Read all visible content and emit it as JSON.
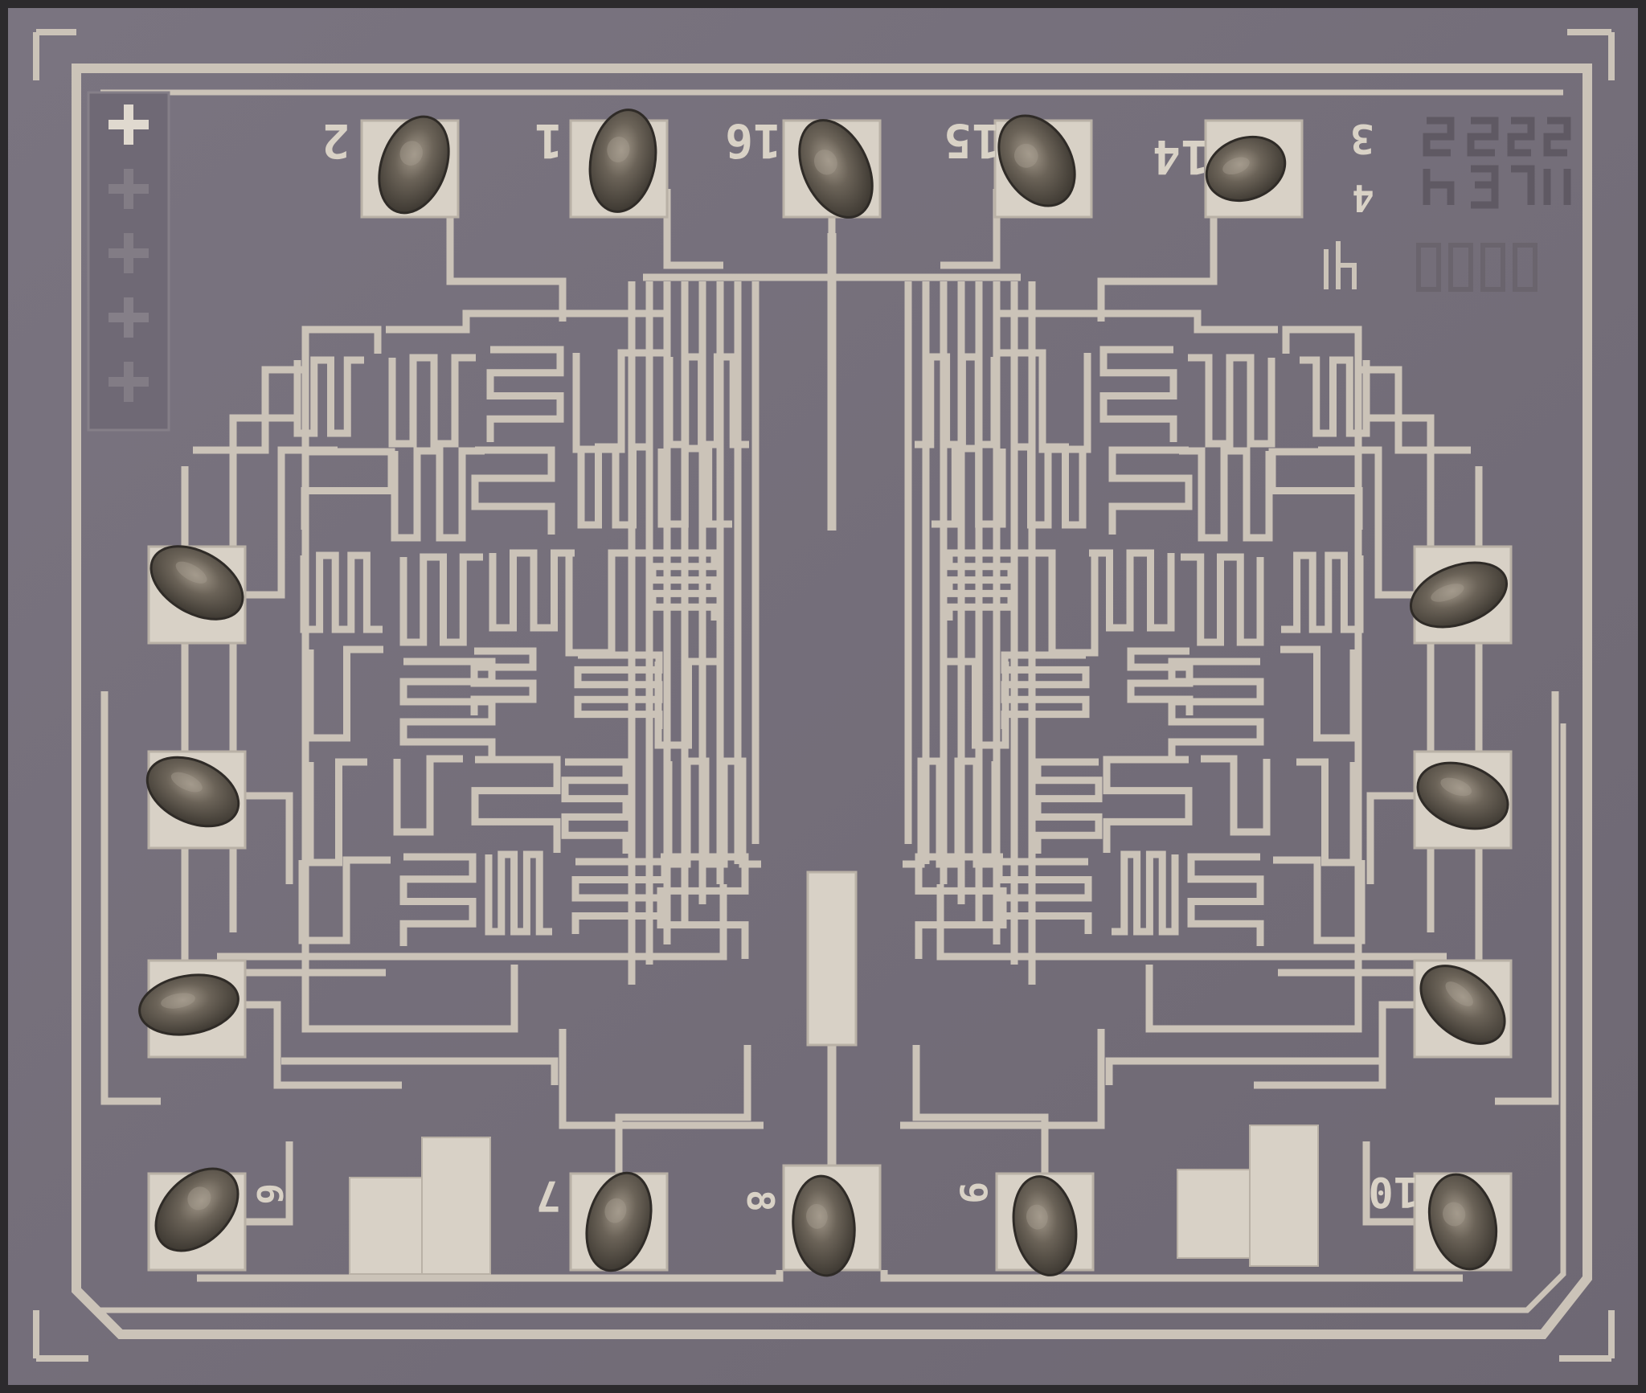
{
  "pad_labels": {
    "top_2": "2",
    "top_1": "1",
    "top_16": "16",
    "top_15": "15",
    "top_14": "14",
    "right_3": "3",
    "right_4": "4",
    "bottom_6": "6",
    "bottom_7": "7",
    "bottom_8": "8",
    "bottom_9": "9",
    "bottom_10": "10"
  },
  "colors": {
    "substrate": "#736d78",
    "metal": "#cbc3b8",
    "pad_metal": "#d8d1c6",
    "bond_ball": "#5b554c",
    "bond_highlight": "#9d958a",
    "border_dark": "#2c2a2d"
  }
}
